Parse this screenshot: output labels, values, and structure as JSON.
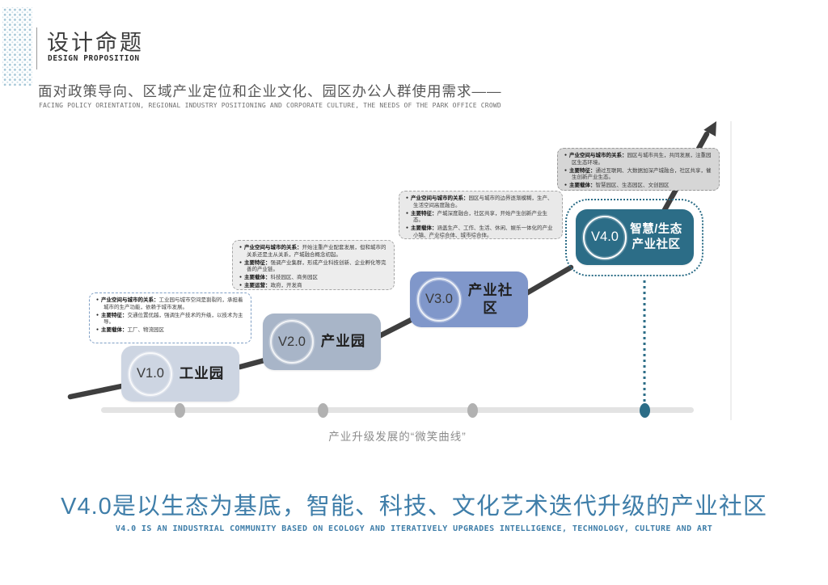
{
  "header": {
    "title": "设计命题",
    "subtitle_en": "DESIGN PROPOSITION"
  },
  "intro": {
    "zh": "面对政策导向、区域产业定位和企业文化、园区办公人群使用需求——",
    "en": "FACING POLICY ORIENTATION, REGIONAL INDUSTRY POSITIONING AND CORPORATE CULTURE, THE NEEDS OF THE PARK OFFICE CROWD"
  },
  "diagram": {
    "caption": "产业升级发展的“微笑曲线”",
    "stages": [
      {
        "version": "V1.0",
        "label": "工业园",
        "color": "#cdd5e2",
        "notes": [
          {
            "label": "产业空间与城市的关系：",
            "text": "工业园与城市空间是割裂的，承担着城市的生产功能，依赖于城市发展。"
          },
          {
            "label": "主要特征：",
            "text": "交通位置优越，强调生产技术的升级，以技术为主导。"
          },
          {
            "label": "主要载体：",
            "text": "工厂、物流园区"
          }
        ]
      },
      {
        "version": "V2.0",
        "label": "产业园",
        "color": "#a8b5c8",
        "notes": [
          {
            "label": "产业空间与城市的关系：",
            "text": "开始注重产业配套发展，但和城市的关系还是主从关系，产城融合概念初起。"
          },
          {
            "label": "主要特征：",
            "text": "强调产业集群，形成产业科技创新、企业孵化等完善的产业链。"
          },
          {
            "label": "主要载体：",
            "text": "科技园区、商务园区"
          },
          {
            "label": "主要运营：",
            "text": "政府，开发商"
          }
        ]
      },
      {
        "version": "V3.0",
        "label": "产业社区",
        "color": "#8097ca",
        "notes": [
          {
            "label": "产业空间与城市的关系：",
            "text": "园区与城市的边界逐渐模糊，生产、生活空间高度融合。"
          },
          {
            "label": "主要特征：",
            "text": "产城深度融合，社区共享，开始产生创新产业生态。"
          },
          {
            "label": "主要载体：",
            "text": "涵盖生产、工作、生活、休闲、娱乐一体化的产业小镇、产业综合体、城市综合体。"
          }
        ]
      },
      {
        "version": "V4.0",
        "label": "智慧/生态\n产业社区",
        "color": "#2c6d87",
        "notes": [
          {
            "label": "产业空间与城市的关系：",
            "text": "园区与城市共生，共同发展，注重园区生态环境。"
          },
          {
            "label": "主要特征：",
            "text": "通过互联网、大数据加深产城融合，社区共享，催生创新产业生态。"
          },
          {
            "label": "主要载体：",
            "text": "智慧园区、生态园区、文创园区"
          }
        ]
      }
    ]
  },
  "footer": {
    "headline_zh": "V4.0是以生态为基底，智能、科技、文化艺术迭代升级的产业社区",
    "headline_en": "V4.0 IS AN INDUSTRIAL COMMUNITY BASED ON ECOLOGY AND ITERATIVELY UPGRADES INTELLIGENCE, TECHNOLOGY, CULTURE AND ART"
  },
  "colors": {
    "accent_teal": "#2c6d87",
    "headline_blue": "#3f7ea9",
    "growth_line": "#3f3f3f",
    "timeline_dot_gray": "#b1b1b1",
    "logo_dot_blue": "#a4c6d6"
  }
}
